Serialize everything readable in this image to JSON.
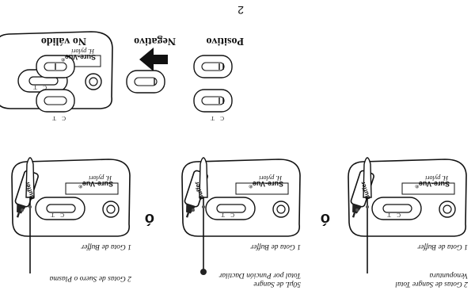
{
  "page_number": "2",
  "brand": {
    "name": "Sure-Vue",
    "registered": "®",
    "subtitle": "H. pylori"
  },
  "window_labels": {
    "control": "C",
    "test": "T"
  },
  "results": {
    "positive": "Positivo",
    "negative": "Negativo",
    "invalid": "No válido"
  },
  "or_label": "ó",
  "buffer_label": "Buffer",
  "steps": {
    "whole_blood_venous": [
      "2 Gotas de Sangre Total",
      "Venopuntura"
    ],
    "whole_blood_finger": [
      "50μL de Sangre",
      "Total por Punción Dactilar"
    ],
    "serum": [
      "2 Gotas de Suero o Plasma"
    ],
    "buffer_drop": "1 Gota de Buffer"
  }
}
